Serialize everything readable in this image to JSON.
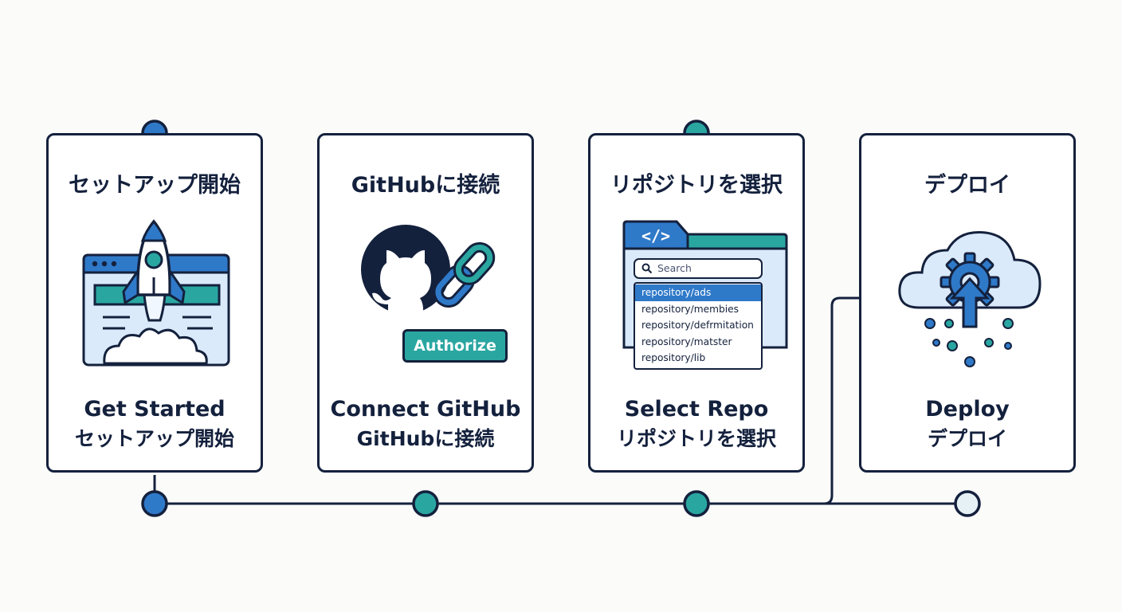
{
  "steps": [
    {
      "title": "セットアップ開始",
      "caption_en": "Get Started",
      "caption_ja": "セットアップ開始",
      "icon": "rocket-launch-icon",
      "status": "completed"
    },
    {
      "title": "GitHubに接続",
      "caption_en": "Connect GitHub",
      "caption_ja": "GitHubに接続",
      "icon": "github-link-icon",
      "status": "active",
      "button_label": "Authorize"
    },
    {
      "title": "リポジトリを選択",
      "caption_en": "Select Repo",
      "caption_ja": "リポジトリを選択",
      "icon": "repo-folder-icon",
      "status": "active",
      "search_placeholder": "Search",
      "repositories": [
        "repository/ads",
        "repository/membies",
        "repository/defrmitation",
        "repository/matster",
        "repository/lib"
      ],
      "selected_repository_index": 0
    },
    {
      "title": "デプロイ",
      "caption_en": "Deploy",
      "caption_ja": "デプロイ",
      "icon": "cloud-upload-icon",
      "status": "pending"
    }
  ],
  "colors": {
    "navy": "#14213d",
    "blue": "#2f79c9",
    "teal": "#2aa6a1",
    "light_blue": "#dbeafa",
    "pending": "#e6f1f6"
  }
}
